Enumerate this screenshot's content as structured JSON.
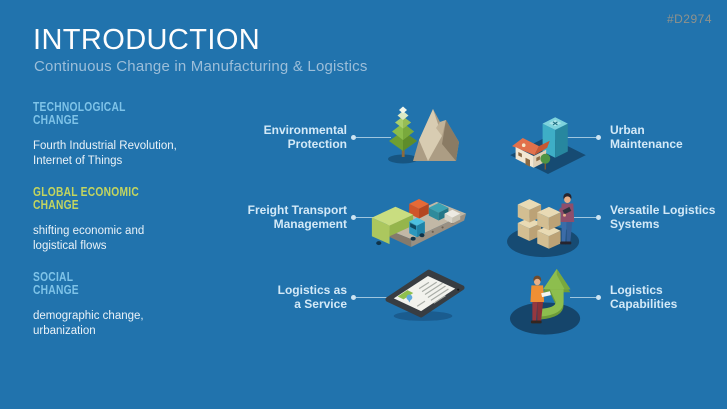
{
  "slide": {
    "title": "INTRODUCTION",
    "subtitle": "Continuous Change in Manufacturing & Logistics",
    "code": "#D2974"
  },
  "left_sections": [
    {
      "heading": "TECHNOLOGICAL\nCHANGE",
      "description": "Fourth Industrial Revolution,\nInternet of Things",
      "accent": "blue"
    },
    {
      "heading": "GLOBAL ECONOMIC\nCHANGE",
      "description": "shifting economic and\nlogistical flows",
      "accent": "yellow"
    },
    {
      "heading": "SOCIAL\nCHANGE",
      "description": "demographic change,\nurbanization",
      "accent": "blue"
    }
  ],
  "features": [
    {
      "label": "Environmental\nProtection",
      "icon": "tree-mountain-icon",
      "side": "left"
    },
    {
      "label": "Urban\nMaintenance",
      "icon": "city-buildings-icon",
      "side": "right"
    },
    {
      "label": "Freight Transport\nManagement",
      "icon": "cargo-ship-truck-icon",
      "side": "left"
    },
    {
      "label": "Versatile Logistics\nSystems",
      "icon": "boxes-worker-icon",
      "side": "right"
    },
    {
      "label": "Logistics as\na Service",
      "icon": "tablet-document-icon",
      "side": "left"
    },
    {
      "label": "Logistics\nCapabilities",
      "icon": "growth-arrow-person-icon",
      "side": "right"
    }
  ],
  "colors": {
    "background": "#2173AD",
    "heading_blue": "#7EC3E8",
    "heading_yellow": "#C3D55F",
    "feature_label": "#D3E9F7",
    "subtitle": "#9CBED9",
    "code_gray": "#90928B",
    "dark_base": "#164B73"
  }
}
